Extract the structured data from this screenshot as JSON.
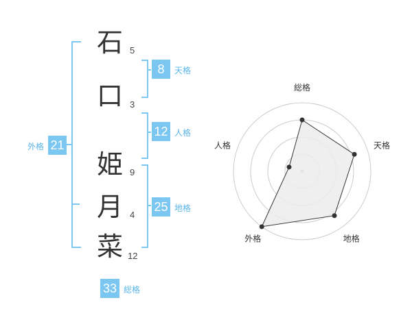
{
  "name": {
    "chars": [
      {
        "char": "石",
        "strokes": "5"
      },
      {
        "char": "口",
        "strokes": "3"
      },
      {
        "char": "姫",
        "strokes": "9"
      },
      {
        "char": "月",
        "strokes": "4"
      },
      {
        "char": "菜",
        "strokes": "12"
      }
    ]
  },
  "fortune": {
    "tenkaku": {
      "value": "8",
      "label": "天格"
    },
    "jinkaku": {
      "value": "12",
      "label": "人格"
    },
    "chikaku": {
      "value": "25",
      "label": "地格"
    },
    "gaikaku": {
      "value": "21",
      "label": "外格"
    },
    "soukaku": {
      "value": "33",
      "label": "総格"
    }
  },
  "chart_data": {
    "type": "radar",
    "axes": [
      "総格",
      "天格",
      "地格",
      "外格",
      "人格"
    ],
    "values": [
      0.75,
      0.8,
      0.8,
      1.0,
      0.2
    ],
    "range": [
      0,
      1
    ],
    "rings": 4,
    "line_color": "#333333",
    "fill_color": "#ececec",
    "ring_color": "#cccccc",
    "center_color": "#bbbbbb"
  },
  "colors": {
    "accent": "#7cc6f2",
    "label": "#5bb5e8",
    "text": "#333333"
  }
}
